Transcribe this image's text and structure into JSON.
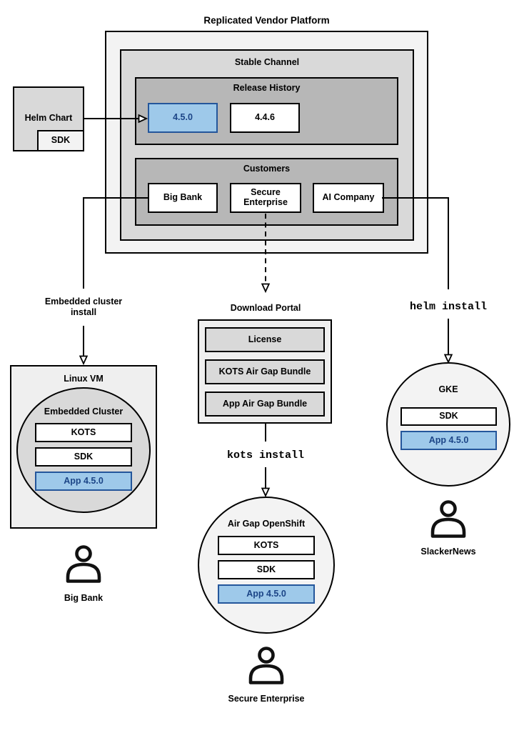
{
  "title": "Replicated Vendor Platform",
  "platform": {
    "stable_channel": {
      "title": "Stable Channel",
      "release_history": {
        "title": "Release History",
        "releases": [
          {
            "label": "4.5.0",
            "highlight": true
          },
          {
            "label": "4.4.6",
            "highlight": false
          }
        ]
      },
      "customers": {
        "title": "Customers",
        "items": [
          "Big Bank",
          "Secure Enterprise",
          "AI Company"
        ]
      }
    }
  },
  "helm_chart": {
    "label": "Helm Chart",
    "sdk": "SDK"
  },
  "flow_labels": {
    "embedded_cluster_install": "Embedded cluster install",
    "download_portal": "Download Portal",
    "kots_install": "kots install",
    "helm_install": "helm install"
  },
  "download_portal": {
    "items": [
      "License",
      "KOTS Air Gap Bundle",
      "App Air Gap Bundle"
    ]
  },
  "linux_vm": {
    "title": "Linux VM",
    "cluster": {
      "title": "Embedded Cluster",
      "components": [
        "KOTS",
        "SDK",
        "App 4.5.0"
      ]
    },
    "user": "Big Bank"
  },
  "openshift": {
    "title": "Air Gap OpenShift",
    "components": [
      "KOTS",
      "SDK",
      "App 4.5.0"
    ],
    "user": "Secure Enterprise"
  },
  "gke": {
    "title": "GKE",
    "components": [
      "SDK",
      "App 4.5.0"
    ],
    "user": "SlackerNews"
  },
  "colors": {
    "highlight_fill": "#9ec9ea",
    "highlight_border": "#24569b",
    "highlight_text": "#1c4587",
    "outer_bg": "#f3f3f3",
    "mid_bg": "#d9d9d9",
    "dark_bg": "#b7b7b7",
    "light_bg": "#efefef",
    "line": "#000000"
  }
}
